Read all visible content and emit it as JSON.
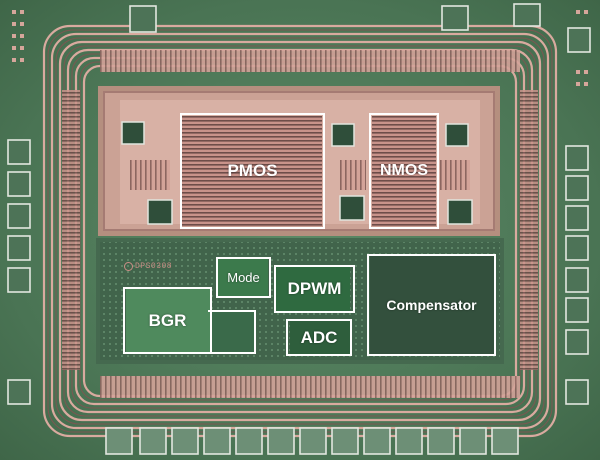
{
  "die": {
    "blocks": {
      "pmos": "PMOS",
      "nmos": "NMOS",
      "mode": "Mode",
      "dpwm": "DPWM",
      "compensator": "Compensator",
      "bgr": "BGR",
      "adc": "ADC"
    },
    "chip_marking": "DPS0308"
  },
  "colors": {
    "substrate": "#4f7a5a",
    "metal": "#d7a79c",
    "pad": "#dfe4dc",
    "outline": "#ffffff"
  }
}
